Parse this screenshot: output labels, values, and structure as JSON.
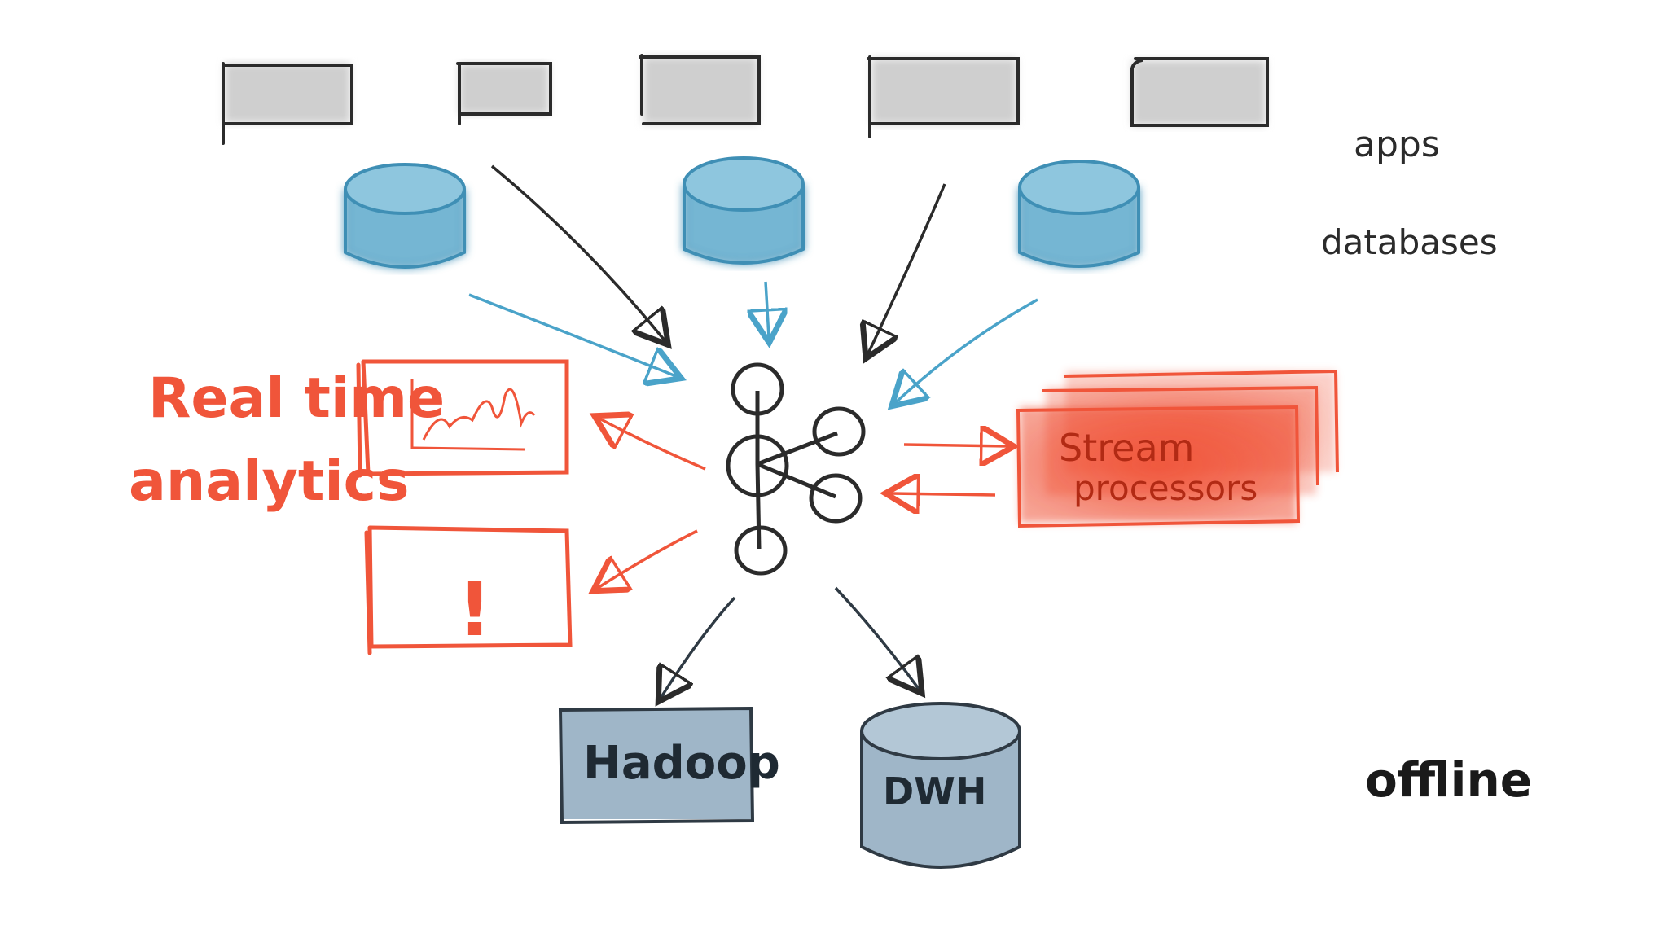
{
  "labels": {
    "apps": "apps",
    "databases": "databases",
    "realtime_line1": "Real time",
    "realtime_line2": "analytics",
    "stream_line1": "Stream",
    "stream_line2": "processors",
    "hadoop": "Hadoop",
    "dwh": "DWH",
    "offline": "offline",
    "alert": "!"
  },
  "colors": {
    "ink": "#2b2b2b",
    "app_fill": "#cfcfcf",
    "db_fill": "#74b6d3",
    "db_stroke": "#3f8fb5",
    "accent": "#f0553a",
    "storage_fill": "#9fb6c8",
    "storage_stroke": "#2f3a44"
  },
  "nodes": {
    "apps": [
      "app",
      "app",
      "app",
      "app",
      "app"
    ],
    "databases": [
      "database",
      "database",
      "database"
    ],
    "hub_nodes": [
      "node",
      "node",
      "node",
      "node",
      "node"
    ],
    "stream_cards": [
      "card",
      "card",
      "card"
    ]
  }
}
